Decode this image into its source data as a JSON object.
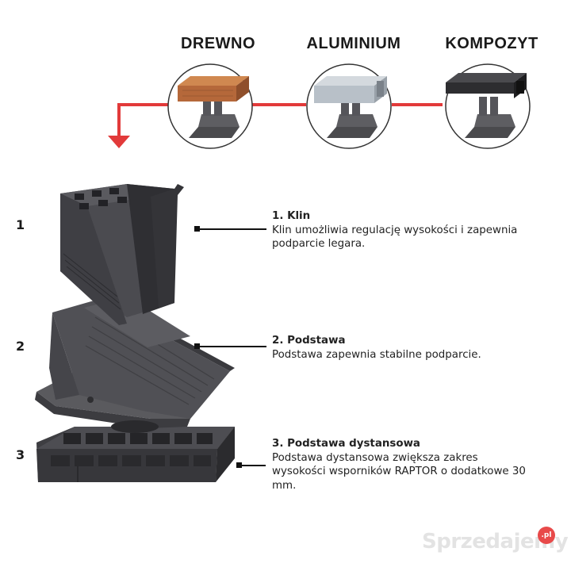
{
  "materials": [
    {
      "label": "DREWNO",
      "color": "#b5683a"
    },
    {
      "label": "ALUMINIUM",
      "color": "#b8c0c8"
    },
    {
      "label": "KOMPOZYT",
      "color": "#2d2d30"
    }
  ],
  "accent": "#e23a3a",
  "parts": [
    {
      "number": "1",
      "title": "1. Klin",
      "body": "Klin umożliwia regulację wysokości i zapewnia podparcie legara."
    },
    {
      "number": "2",
      "title": "2. Podstawa",
      "body": "Podstawa zapewnia stabilne podparcie."
    },
    {
      "number": "3",
      "title": "3. Podstawa dystansowa",
      "body": "Podstawa dystansowa zwiększa zakres wysokości wsporników RAPTOR o dodatkowe 30 mm."
    }
  ],
  "watermark": {
    "text": "Sprzedajemy",
    "badge": ".pl"
  }
}
